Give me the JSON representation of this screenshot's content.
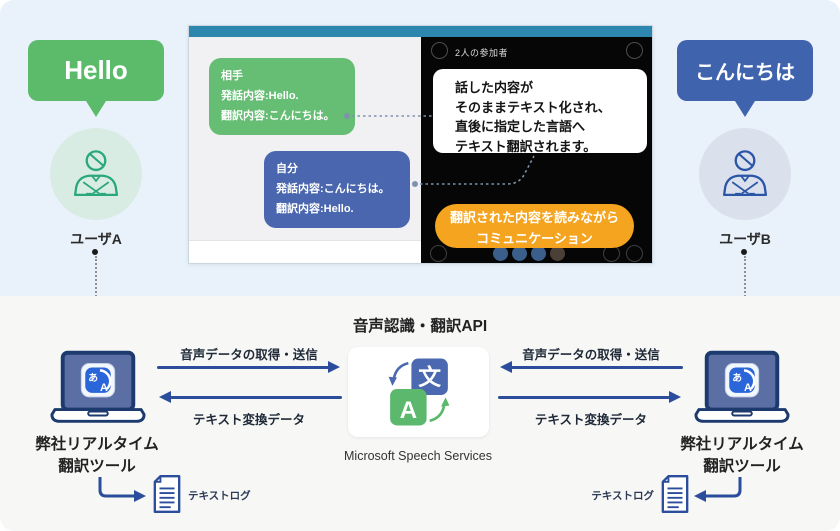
{
  "colors": {
    "top_background": "#e9f2fa",
    "bottom_background": "#f7f8f6",
    "green_accent": "#5cbb6b",
    "blue_accent": "#4063ad",
    "orange_banner": "#f5a41f",
    "titlebar_teal": "#2d86ae",
    "arrow_navy": "#2b4d9b",
    "user_a_icon": "#2aa87c",
    "user_b_icon": "#2b56a7"
  },
  "top_section": {
    "user_a": {
      "speech_bubble": "Hello",
      "label": "ユーザA"
    },
    "user_b": {
      "speech_bubble": "こんにちは",
      "label": "ユーザB"
    },
    "call_screen": {
      "participants_label": "2人の参加者",
      "partner_bubble": {
        "speaker": "相手",
        "speech": "発話内容:Hello.",
        "translation": "翻訳内容:こんにちは。"
      },
      "self_bubble": {
        "speaker": "自分",
        "speech": "発話内容:こんにちは。",
        "translation": "翻訳内容:Hello."
      },
      "callout_lines": [
        "話した内容が",
        "そのままテキスト化され、",
        "直後に指定した言語へ",
        "テキスト翻訳されます。"
      ],
      "banner_lines": [
        "翻訳された内容を読みながら",
        "コミュニケーション"
      ]
    }
  },
  "flow_section": {
    "api": {
      "title": "音声認識・翻訳API",
      "caption": "Microsoft Speech Services",
      "icon_kanji": "文",
      "icon_latin": "A"
    },
    "left": {
      "audio_arrow_label": "音声データの取得・送信",
      "text_arrow_label": "テキスト変換データ",
      "tool_name_lines": [
        "弊社リアルタイム",
        "翻訳ツール"
      ],
      "log_label": "テキストログ",
      "app_icon_hiragana": "あ",
      "app_icon_latin": "A"
    },
    "right": {
      "audio_arrow_label": "音声データの取得・送信",
      "text_arrow_label": "テキスト変換データ",
      "tool_name_lines": [
        "弊社リアルタイム",
        "翻訳ツール"
      ],
      "log_label": "テキストログ",
      "app_icon_hiragana": "あ",
      "app_icon_latin": "A"
    }
  }
}
